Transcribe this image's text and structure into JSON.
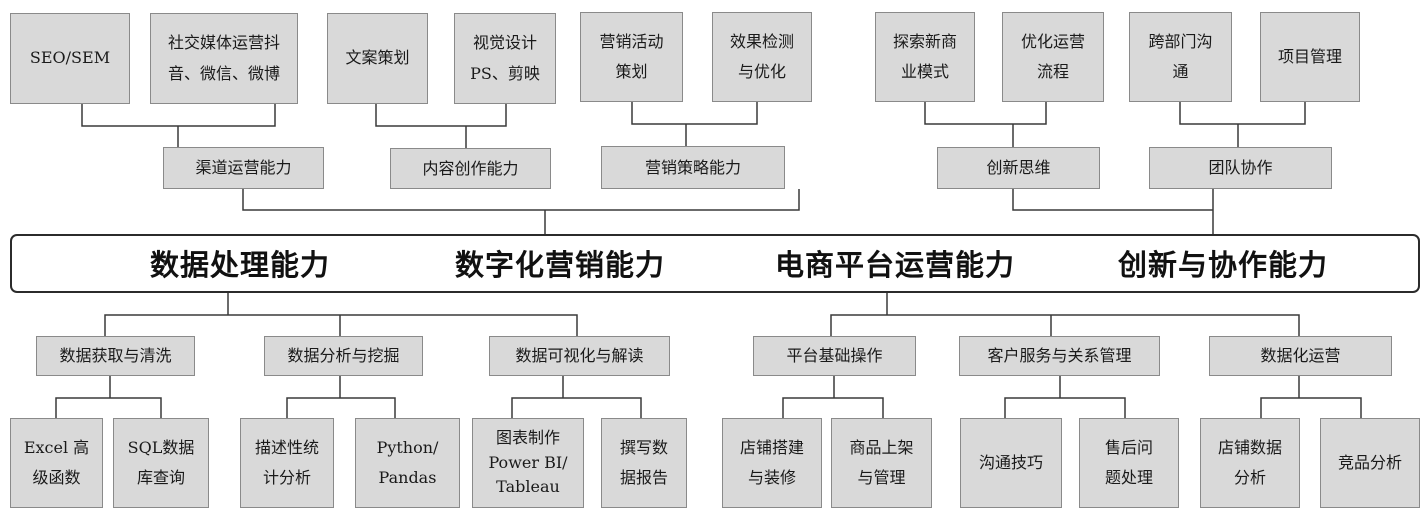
{
  "main_skills": [
    "数据处理能力",
    "数字化营销能力",
    "电商平台运营能力",
    "创新与协作能力"
  ],
  "top_groups": [
    {
      "label": "渠道运营能力",
      "items": [
        "SEO/SEM",
        "社交媒体运营抖\n音、微信、微博"
      ]
    },
    {
      "label": "内容创作能力",
      "items": [
        "文案策划",
        "视觉设计\nPS、剪映"
      ]
    },
    {
      "label": "营销策略能力",
      "items": [
        "营销活动\n策划",
        "效果检测\n与优化"
      ]
    },
    {
      "label": "创新思维",
      "items": [
        "探索新商\n业模式",
        "优化运营\n流程"
      ]
    },
    {
      "label": "团队协作",
      "items": [
        "跨部门沟\n通",
        "项目管理"
      ]
    }
  ],
  "bottom_groups": [
    {
      "label": "数据获取与清洗",
      "items": [
        "Excel 高\n级函数",
        "SQL数据\n库查询"
      ]
    },
    {
      "label": "数据分析与挖掘",
      "items": [
        "描述性统\n计分析",
        "Python/\nPandas"
      ]
    },
    {
      "label": "数据可视化与解读",
      "items": [
        "图表制作\nPower BI/\nTableau",
        "撰写数\n据报告"
      ]
    },
    {
      "label": "平台基础操作",
      "items": [
        "店铺搭建\n与装修",
        "商品上架\n与管理"
      ]
    },
    {
      "label": "客户服务与关系管理",
      "items": [
        "沟通技巧",
        "售后问\n题处理"
      ]
    },
    {
      "label": "数据化运营",
      "items": [
        "店铺数据\n分析",
        "竞品分析"
      ]
    }
  ]
}
